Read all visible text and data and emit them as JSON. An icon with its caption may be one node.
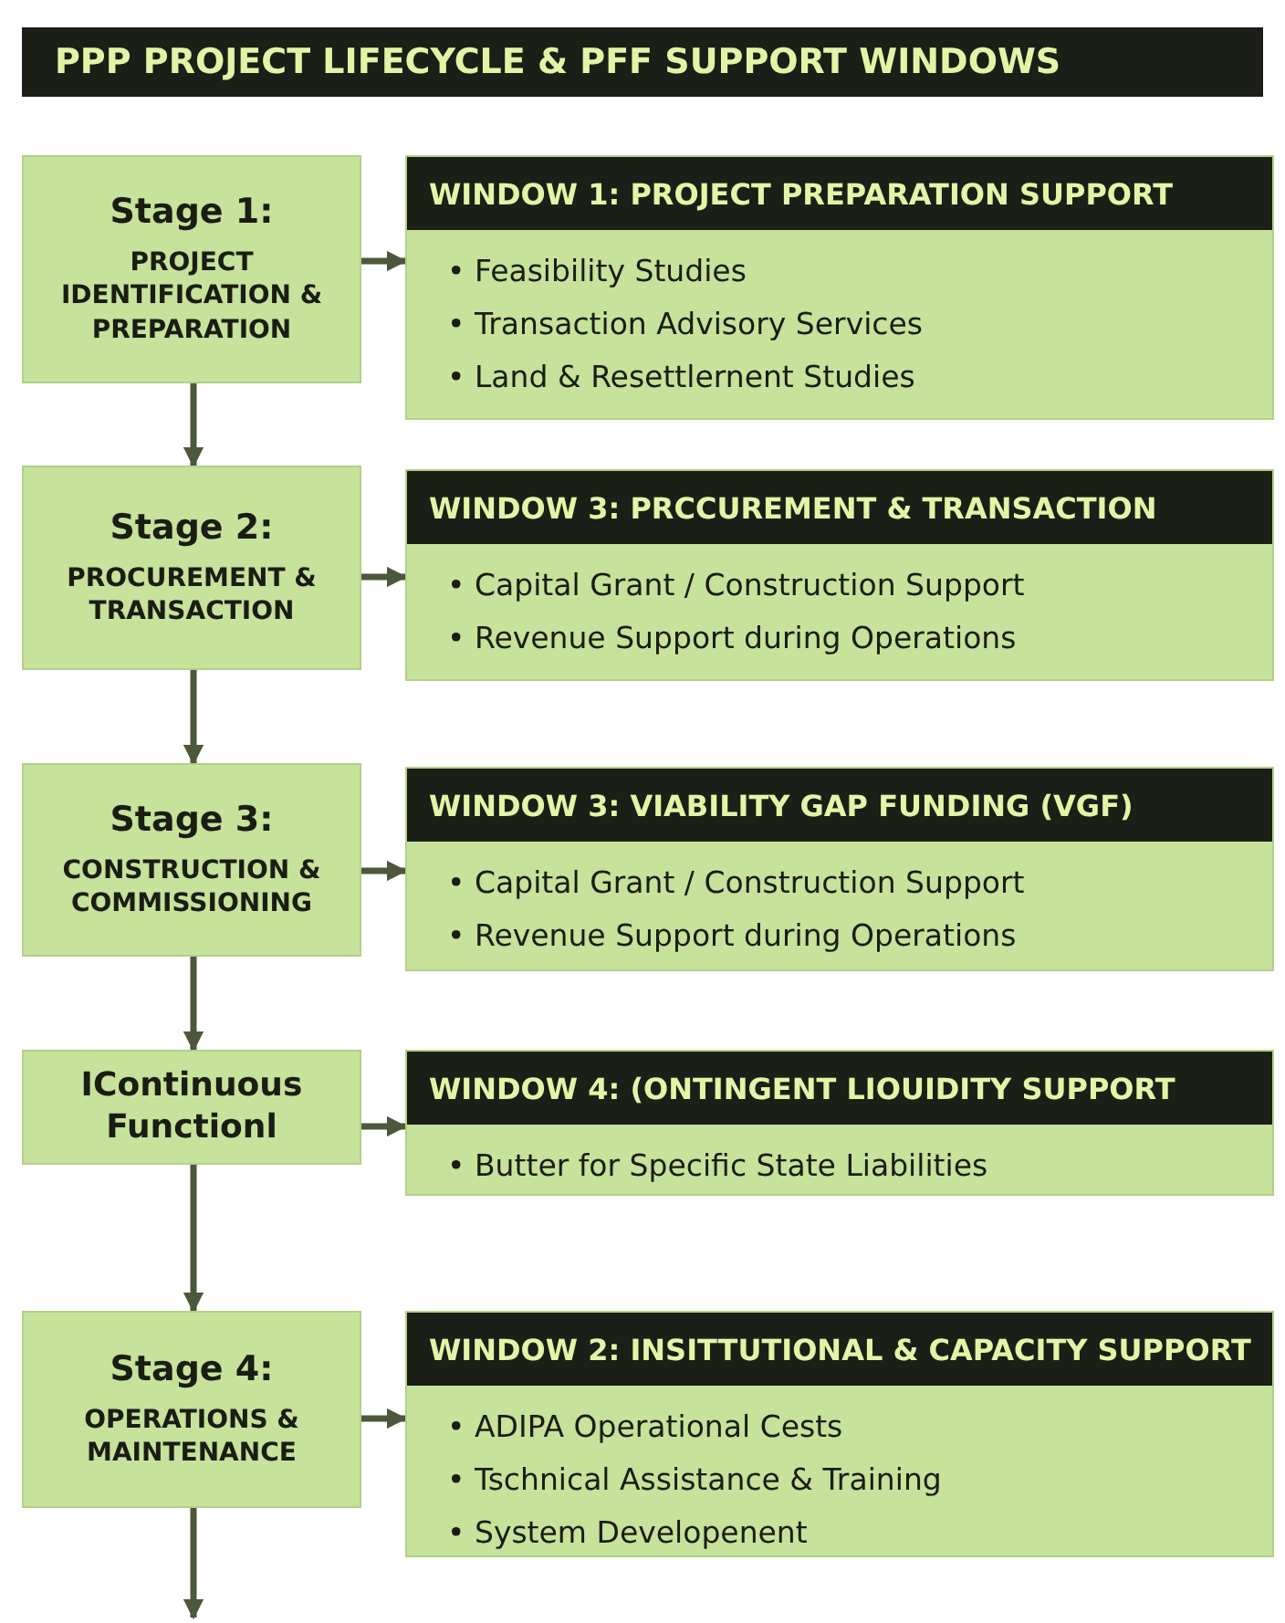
{
  "diagram": {
    "title": "PPP PROJECT LIFECYCLE & PFF SUPPORT WINDOWS",
    "nodes": [
      {
        "text": [
          "Stage 1:",
          "PROJECT IDENTIFICATION & PREPARATION"
        ]
      },
      {
        "text": [
          "WINDOW 1: PROJECT PREPARATION SUPPORT",
          "• Feasibility Studies",
          "• Transaction Advisory Services",
          "• Land & Resettlernent Studies"
        ]
      },
      {
        "text": [
          "Stage 2:",
          "PROCUREMENT & TRANSACTION"
        ]
      },
      {
        "text": [
          "WINDOW 3: PRCCUREMENT & TRANSACTION",
          "• Capital Grant / Construction Support",
          "• Revenue Support during Operations"
        ]
      },
      {
        "text": [
          "Stage 3:",
          "CONSTRUCTION & COMMISSIONING"
        ]
      },
      {
        "text": [
          "WINDOW 3: VIABILITY GAP FUNDING (VGF)",
          "• Capital Grant / Construction Support",
          "• Revenue Support during Operations"
        ]
      },
      {
        "text": [
          "IContinuous Functionl"
        ]
      },
      {
        "text": [
          "WINDOW 4: (ONTINGENT LIOUIDITY SUPPORT",
          "• Butter for Specific State Liabilities"
        ]
      },
      {
        "text": [
          "Stage 4:",
          "OPERATIONS & MAINTENANCE"
        ]
      },
      {
        "text": [
          "WINDOW 2: INSITTUTIONAL & CAPACITY SUPPORT",
          "• ADIPA Operational Cests",
          "• Tschnical Assistance & Training",
          "• System Developenent"
        ]
      }
    ],
    "edges": [
      {
        "from": 0,
        "to": 1,
        "arrow": "to"
      },
      {
        "from": 2,
        "to": 3,
        "arrow": "to"
      },
      {
        "from": 4,
        "to": 5,
        "arrow": "to"
      },
      {
        "from": 6,
        "to": 7,
        "arrow": "to"
      },
      {
        "from": 8,
        "to": 9,
        "arrow": "to"
      },
      {
        "from": 0,
        "to": 2,
        "arrow": "to"
      },
      {
        "from": 2,
        "to": 4,
        "arrow": "to"
      },
      {
        "from": 4,
        "to": 6,
        "arrow": "to"
      },
      {
        "from": 6,
        "to": 8,
        "arrow": "to"
      },
      {
        "from": 8,
        "to": null,
        "arrow": "to"
      }
    ]
  }
}
